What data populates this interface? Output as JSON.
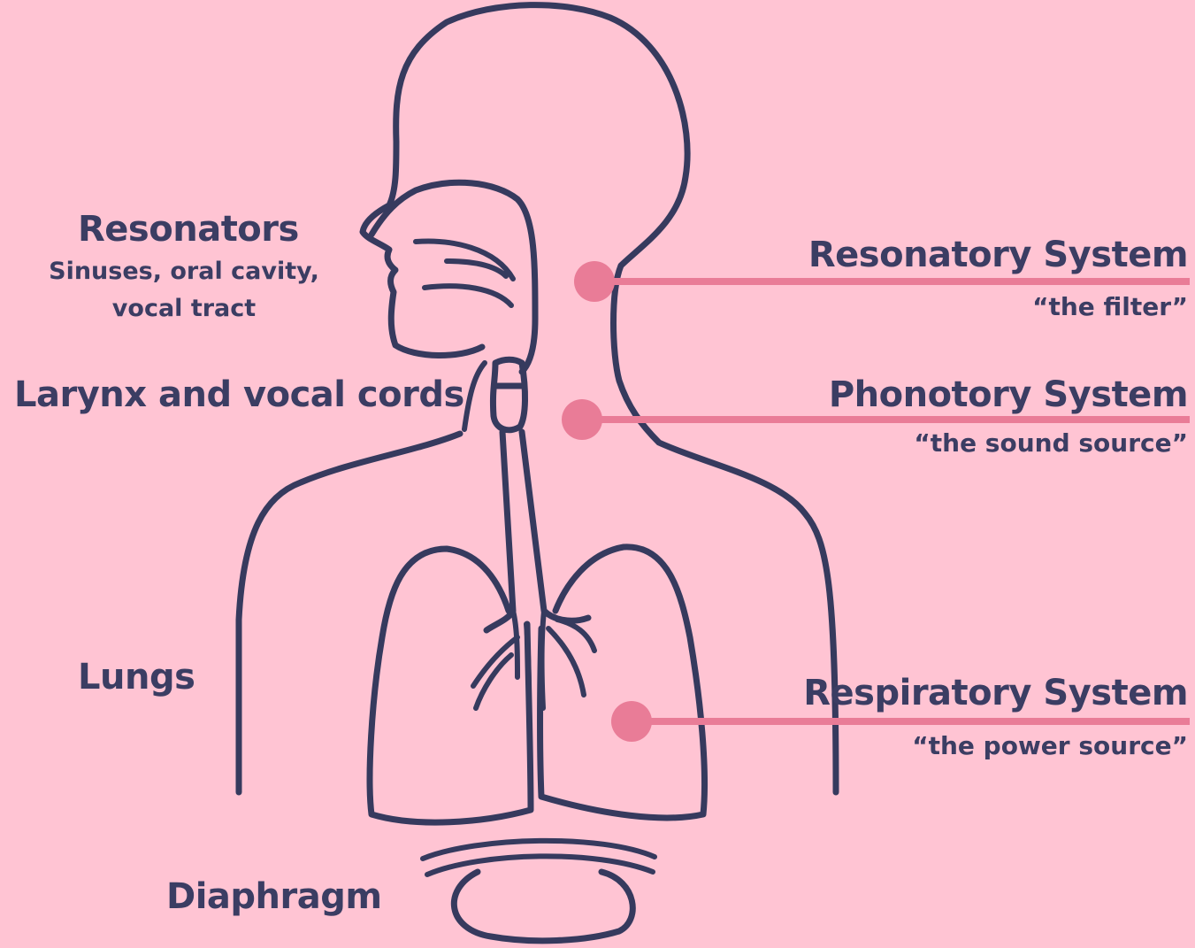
{
  "left_labels": {
    "resonators": "Resonators",
    "resonators_detail": "Sinuses, oral cavity, vocal tract",
    "larynx": "Larynx and vocal cords",
    "lungs": "Lungs",
    "diaphragm": "Diaphragm"
  },
  "systems": [
    {
      "title": "Resonatory System",
      "subtitle": "“the filter”"
    },
    {
      "title": "Phonotory System",
      "subtitle": "“the sound source”"
    },
    {
      "title": "Respiratory System",
      "subtitle": "“the power source”"
    }
  ],
  "colors": {
    "background": "#ffc4d3",
    "outline": "#363a5e",
    "text": "#3b3d63",
    "pointer": "#e97c97"
  }
}
